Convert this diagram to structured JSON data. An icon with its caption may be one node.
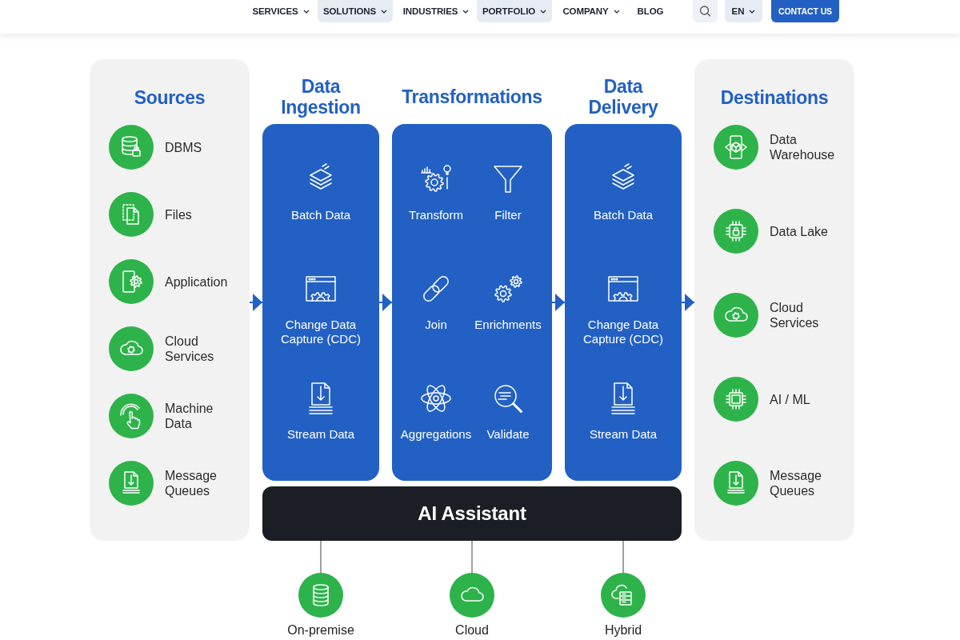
{
  "diagram": {
    "nodes": [
      {
        "text": [
          "Sources"
        ]
      },
      {
        "text": [
          "DBMS"
        ],
        "in": 0
      },
      {
        "text": [
          "Files"
        ],
        "in": 0
      },
      {
        "text": [
          "Application"
        ],
        "in": 0
      },
      {
        "text": [
          "Cloud Services"
        ],
        "in": 0
      },
      {
        "text": [
          "Machine Data"
        ],
        "in": 0
      },
      {
        "text": [
          "Message Queues"
        ],
        "in": 0
      },
      {
        "text": [
          "Data Ingestion"
        ]
      },
      {
        "text": [
          "Batch Data"
        ],
        "in": 7
      },
      {
        "text": [
          "Change Data Capture (CDC)"
        ],
        "in": 7
      },
      {
        "text": [
          "Stream Data"
        ],
        "in": 7
      },
      {
        "text": [
          "Transformations"
        ]
      },
      {
        "text": [
          "Transform"
        ],
        "in": 11
      },
      {
        "text": [
          "Filter"
        ],
        "in": 11
      },
      {
        "text": [
          "Join"
        ],
        "in": 11
      },
      {
        "text": [
          "Enrichments"
        ],
        "in": 11
      },
      {
        "text": [
          "Aggregations"
        ],
        "in": 11
      },
      {
        "text": [
          "Validate"
        ],
        "in": 11
      },
      {
        "text": [
          "Data Delivery"
        ]
      },
      {
        "text": [
          "Batch Data"
        ],
        "in": 18
      },
      {
        "text": [
          "Change Data Capture (CDC)"
        ],
        "in": 18
      },
      {
        "text": [
          "Stream Data"
        ],
        "in": 18
      },
      {
        "text": [
          "Destinations"
        ]
      },
      {
        "text": [
          "Data Warehouse"
        ],
        "in": 22
      },
      {
        "text": [
          "Data Lake"
        ],
        "in": 22
      },
      {
        "text": [
          "Cloud Services"
        ],
        "in": 22
      },
      {
        "text": [
          "AI / ML"
        ],
        "in": 22
      },
      {
        "text": [
          "Message Queues"
        ],
        "in": 22
      },
      {
        "text": [
          "AI Assistant"
        ]
      },
      {
        "text": [
          "On-premise"
        ]
      },
      {
        "text": [
          "Cloud"
        ]
      },
      {
        "text": [
          "Hybrid"
        ]
      }
    ],
    "edges": [
      {
        "from": 0,
        "to": 7,
        "arrow": "to"
      },
      {
        "from": 7,
        "to": 11,
        "arrow": "to"
      },
      {
        "from": 11,
        "to": 18,
        "arrow": "to"
      },
      {
        "from": 18,
        "to": 22,
        "arrow": "to"
      },
      {
        "from": 28,
        "to": 29,
        "arrow": "none",
        "color": "#a0a0a0"
      },
      {
        "from": 28,
        "to": 30,
        "arrow": "none",
        "color": "#a0a0a0"
      },
      {
        "from": 28,
        "to": 31,
        "arrow": "none",
        "color": "#a0a0a0"
      }
    ],
    "labels": [
      "SERVICES",
      "SOLUTIONS",
      "INDUSTRIES",
      "PORTFOLIO",
      "COMPANY",
      "BLOG",
      "EN",
      "CONTACT US"
    ]
  }
}
